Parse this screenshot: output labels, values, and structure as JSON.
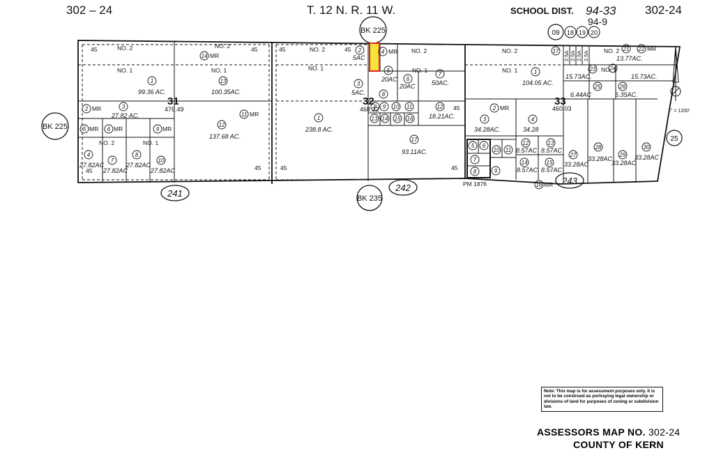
{
  "header": {
    "map_no_left": "302 – 24",
    "township": "T. 12 N. R. 11 W.",
    "school_dist_label": "SCHOOL DIST.",
    "school_dist_main": "94-33",
    "school_dist_sub": "94-9",
    "map_no_right": "302-24"
  },
  "book_refs": {
    "top": "BK 225",
    "left": "BK 225",
    "bottom": "BK 235"
  },
  "sections": [
    {
      "number": "31",
      "acreage": "476.49"
    },
    {
      "number": "32",
      "acreage": "468.32"
    },
    {
      "number": "33",
      "acreage": "460.03"
    }
  ],
  "parcels": {
    "no2": "NO. 2",
    "no1": "NO. 1",
    "p1_31": "99.36 AC.",
    "p13_31": "100.35AC.",
    "p12_31": "137.68 AC.",
    "p2_31": "27.82 AC.",
    "p4_31": "27.82AC",
    "p7_31": "27.82AC",
    "p8_31": "27.82AC",
    "p10_31": "27.82AC",
    "p1_32": "238.8 AC.",
    "p2_32": "5AC",
    "p3_32": "5AC.",
    "p5_32": "20AC",
    "p6_32": "20AC",
    "p7_32": "50AC.",
    "p12_32": "18.21AC.",
    "p17_32": "93.11AC.",
    "p1_33": "104.05 AC.",
    "p3_33": "34.28AC.",
    "p4_33": "34.28",
    "p12_33": "8.57AC",
    "p13_33": "8.57AC",
    "p14_33": "8.57AC",
    "p15_33": "8.57AC",
    "p21_33": "13.77AC.",
    "p23_33": "15.73AC.",
    "p24_33": "15.73AC.",
    "p25_33": "6.44AC",
    "p26_33": "6.35AC.",
    "p27_33": "33.28AC",
    "p28_33": "33.28AC",
    "p29_33": "33.28AC",
    "p30_33": "33.28AC",
    "strip": "2.5A",
    "mr": "MR",
    "pm": "PM 1876",
    "forty_five": "45"
  },
  "sheet_refs": [
    "241",
    "242",
    "243"
  ],
  "adjacent": [
    "09",
    "18",
    "19",
    "20",
    "25"
  ],
  "scale": "1\" = 1200'",
  "note": "Note: This map is for assessment purposes only. It is not to be construed as portraying legal ownership or divisions of land for purposes of zoning or subdivision law.",
  "footer": {
    "map_no_label": "ASSESSORS MAP NO.",
    "map_no": "302-24",
    "county": "COUNTY OF KERN"
  },
  "colors": {
    "ink": "#111111",
    "highlight_fill": "#f5e33c",
    "highlight_stroke": "#e02818"
  }
}
